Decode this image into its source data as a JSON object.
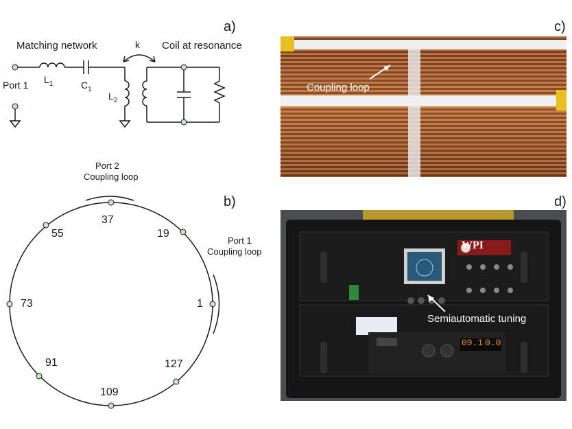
{
  "panels": {
    "a": "a)",
    "b": "b)",
    "c": "c)",
    "d": "d)"
  },
  "schematic": {
    "matching_network": "Matching network",
    "coil_at_resonance": "Coil at resonance",
    "coupling_k": "k",
    "port1": "Port 1",
    "L1": "L",
    "L1_sub": "1",
    "C1": "C",
    "C1_sub": "1",
    "L2": "L",
    "L2_sub": "2"
  },
  "ring": {
    "port2_line1": "Port 2",
    "port2_line2": "Coupling loop",
    "port1_line1": "Port 1",
    "port1_line2": "Coupling loop",
    "rungs": [
      "37",
      "19",
      "1",
      "127",
      "109",
      "91",
      "73",
      "55"
    ]
  },
  "photo_c": {
    "caption": "Coupling loop"
  },
  "photo_d": {
    "caption": "Semiautomatic tuning",
    "brand": "WPI",
    "display_left": "09.1",
    "display_right": "0.0"
  }
}
